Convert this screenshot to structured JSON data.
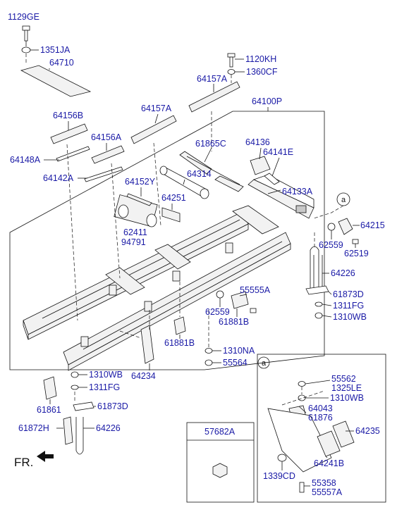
{
  "callouts": {
    "p1129GE": "1129GE",
    "p1351JA": "1351JA",
    "p64710": "64710",
    "p1120KH": "1120KH",
    "p1360CF": "1360CF",
    "p64157A_top": "64157A",
    "p64100P": "64100P",
    "p64156B": "64156B",
    "p64157A": "64157A",
    "p64156A": "64156A",
    "p64148A": "64148A",
    "p61865C": "61865C",
    "p64136": "64136",
    "p64141E": "64141E",
    "p64142A": "64142A",
    "p64314": "64314",
    "p64152Y": "64152Y",
    "p64133A": "64133A",
    "p64251": "64251",
    "p64215": "64215",
    "p62411": "62411",
    "p94791": "94791",
    "p62559_a": "62559",
    "p62519": "62519",
    "p64226_a": "64226",
    "p55555A": "55555A",
    "p61873D_a": "61873D",
    "p62559_b": "62559",
    "p1311FG_a": "1311FG",
    "p61881B_a": "61881B",
    "p1310WB_a": "1310WB",
    "p61881B_b": "61881B",
    "p1310NA": "1310NA",
    "p55564": "55564",
    "p64234": "64234",
    "p1310WB_b": "1310WB",
    "p1311FG_b": "1311FG",
    "p61861": "61861",
    "p61873D_b": "61873D",
    "p61872H": "61872H",
    "p64226_b": "64226",
    "p55562": "55562",
    "p1325LE": "1325LE",
    "p1310WB_c": "1310WB",
    "p64043": "64043",
    "p61876": "61876",
    "p64235": "64235",
    "p64241B": "64241B",
    "p1339CD": "1339CD",
    "p55358": "55358",
    "p55557A": "55557A",
    "p57682A": "57682A"
  },
  "markers": {
    "ref_a": "a",
    "ref_a_box": "a"
  },
  "direction": {
    "front_label": "FR."
  },
  "colors": {
    "label": "#1a1aa6",
    "line": "#111111",
    "background": "#ffffff"
  },
  "icons": {
    "front_arrow": "arrow-left-icon"
  }
}
